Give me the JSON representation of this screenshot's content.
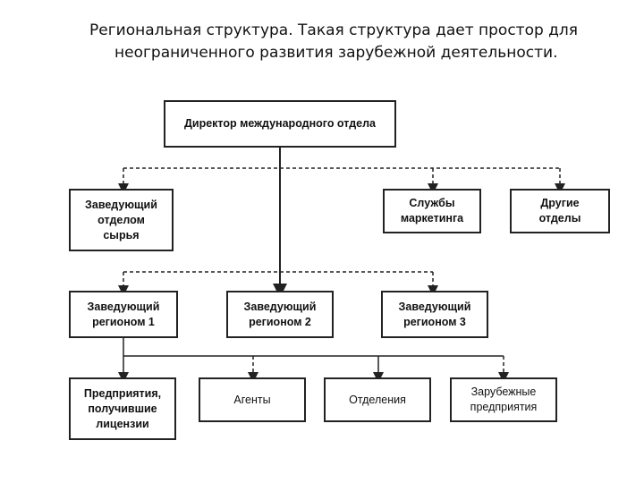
{
  "title": {
    "line1": "Региональная структура. Такая структура дает простор для",
    "line2": "неограниченного развития зарубежной деятельности."
  },
  "diagram": {
    "director": "Директор международного отдела",
    "raw_head": "Заведующий\nотделом\nсырья",
    "marketing": "Службы\nмаркетинга",
    "other_depts": "Другие\nотделы",
    "region1": "Заведующий\nрегионом 1",
    "region2": "Заведующий\nрегионом 2",
    "region3": "Заведующий\nрегионом 3",
    "licensees": "Предприятия,\nполучившие\nлицензии",
    "agents": "Агенты",
    "branches": "Отделения",
    "foreign_enterprises": "Зарубежные\nпредприятия"
  }
}
